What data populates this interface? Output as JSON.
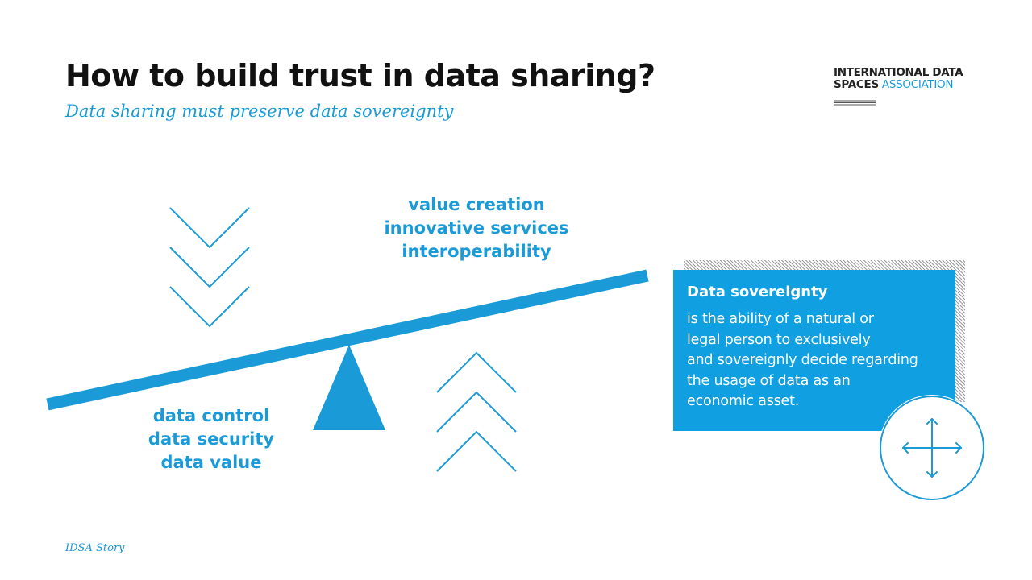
{
  "header": {
    "title": "How to build trust in data sharing?",
    "subtitle": "Data sharing must preserve data sovereignty"
  },
  "logo": {
    "line1": "INTERNATIONAL DATA",
    "line2_dark": "SPACES",
    "line2_blue": "ASSOCIATION"
  },
  "balance": {
    "top_side": [
      "value creation",
      "innovative services",
      "interoperability"
    ],
    "bottom_side": [
      "data control",
      "data security",
      "data value"
    ]
  },
  "definition": {
    "title": "Data sovereignty",
    "lines": [
      "is the ability of a natural or",
      "legal person to exclusively",
      "and sovereignly decide regarding",
      "the usage of data as an",
      "economic asset."
    ]
  },
  "footer": {
    "label": "IDSA Story"
  },
  "colors": {
    "accent": "#1a9ad6",
    "box": "#109fe0",
    "title": "#111111"
  },
  "icons": {
    "down": "chevron-down-icon",
    "up": "chevron-up-icon",
    "move": "move-arrows-icon"
  }
}
